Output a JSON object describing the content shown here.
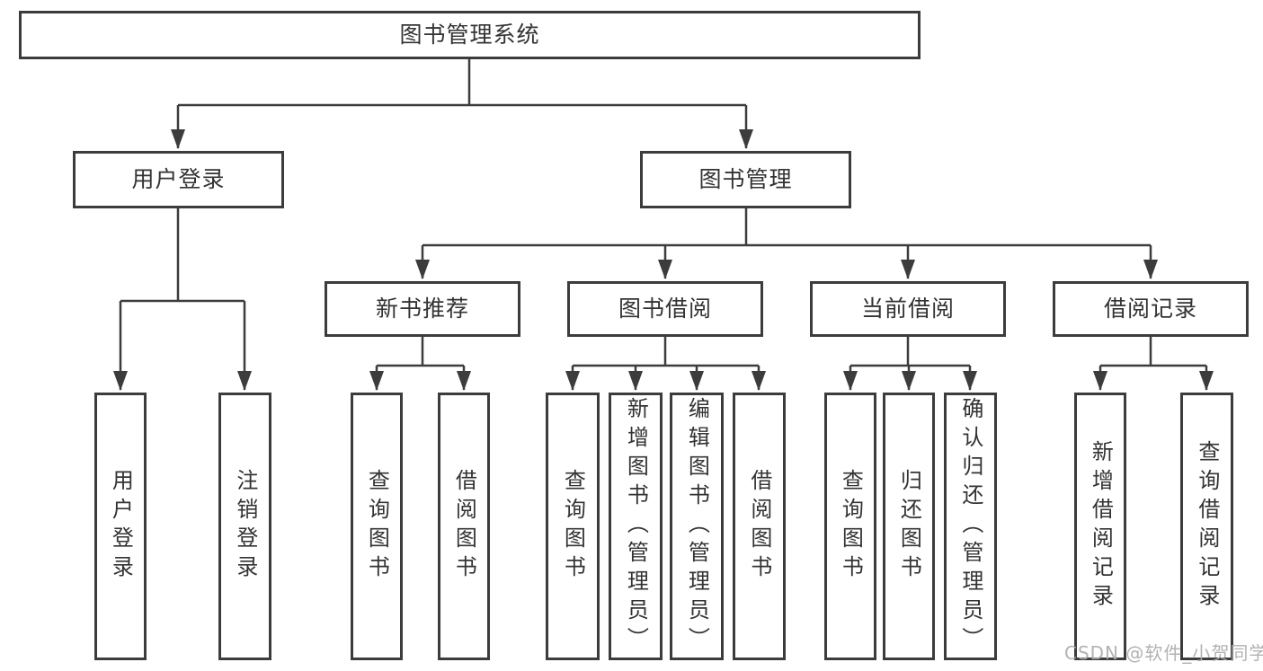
{
  "system": {
    "label": "图书管理系统"
  },
  "branches": {
    "user_login": {
      "label": "用户登录",
      "children": {
        "login": {
          "label": "用户登录"
        },
        "logout": {
          "label": "注销登录"
        }
      }
    },
    "book_mgmt": {
      "label": "图书管理",
      "children": {
        "new_book_rec": {
          "label": "新书推荐",
          "children": {
            "query_book": {
              "label": "查询图书"
            },
            "borrow_book": {
              "label": "借阅图书"
            }
          }
        },
        "book_borrow": {
          "label": "图书借阅",
          "children": {
            "query_book": {
              "label": "查询图书"
            },
            "add_book": {
              "label": "新增图书（管理员）"
            },
            "edit_book": {
              "label": "编辑图书（管理员）"
            },
            "borrow_book": {
              "label": "借阅图书"
            }
          }
        },
        "current_borrow": {
          "label": "当前借阅",
          "children": {
            "query_book": {
              "label": "查询图书"
            },
            "return_book": {
              "label": "归还图书"
            },
            "confirm_return": {
              "label": "确认归还（管理员）"
            }
          }
        },
        "borrow_record": {
          "label": "借阅记录",
          "children": {
            "add_record": {
              "label": "新增借阅记录"
            },
            "query_record": {
              "label": "查询借阅记录"
            }
          }
        }
      }
    }
  },
  "watermark": {
    "text": "CSDN @软件_小贺同学"
  },
  "colors": {
    "line": "#3c3c3c",
    "text": "#333333",
    "background": "#ffffff",
    "watermark": "#ababab"
  }
}
